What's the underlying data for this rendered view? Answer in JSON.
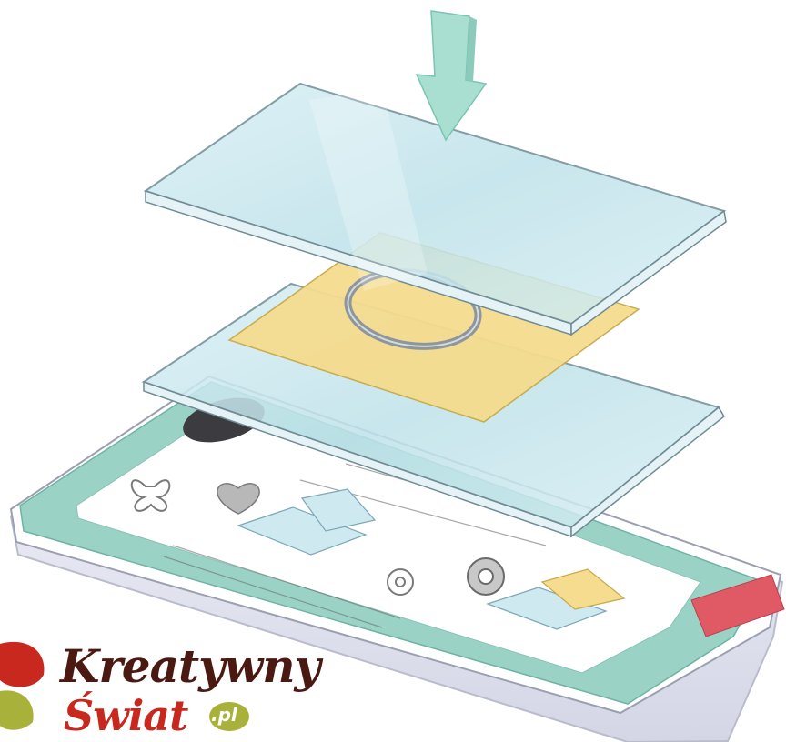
{
  "logo": {
    "word1": "Kreatywny",
    "word2": "Świat",
    "tld": ".pl"
  },
  "colors": {
    "arrow": "#a8dfd0",
    "clear_plate": "#cfe9f0",
    "paper_sheet": "#f5dc8e",
    "die_ring": "#9aa4aa",
    "base_mat_teal": "#9ad3c6",
    "base_body": "#e8e8f0",
    "tab_red": "#e05a66",
    "logo_dark": "#4a1a12",
    "logo_red": "#c8281e",
    "logo_olive": "#a8b23a"
  },
  "icons": [
    "arrow-down-icon",
    "butterfly-die-icon",
    "heart-die-icon",
    "gear-die-icon",
    "flower-die-icon",
    "leaf-icon"
  ]
}
